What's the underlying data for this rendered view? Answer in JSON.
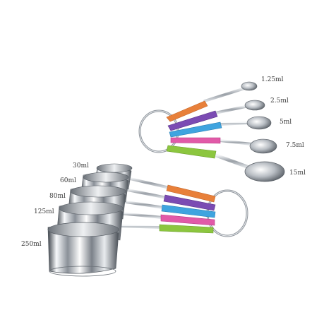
{
  "product": {
    "spoon_labels": [
      "1.25ml",
      "2.5ml",
      "5ml",
      "7.5ml",
      "15ml"
    ],
    "cup_labels": [
      "30ml",
      "60ml",
      "80ml",
      "125ml",
      "250ml"
    ],
    "colors": {
      "orange": "#e8803a",
      "purple": "#7b4bb3",
      "blue": "#3fa4df",
      "pink": "#e15aa8",
      "green": "#8cc63f",
      "steel_light": "#f4f6f8",
      "steel_dark": "#5c636b"
    }
  }
}
